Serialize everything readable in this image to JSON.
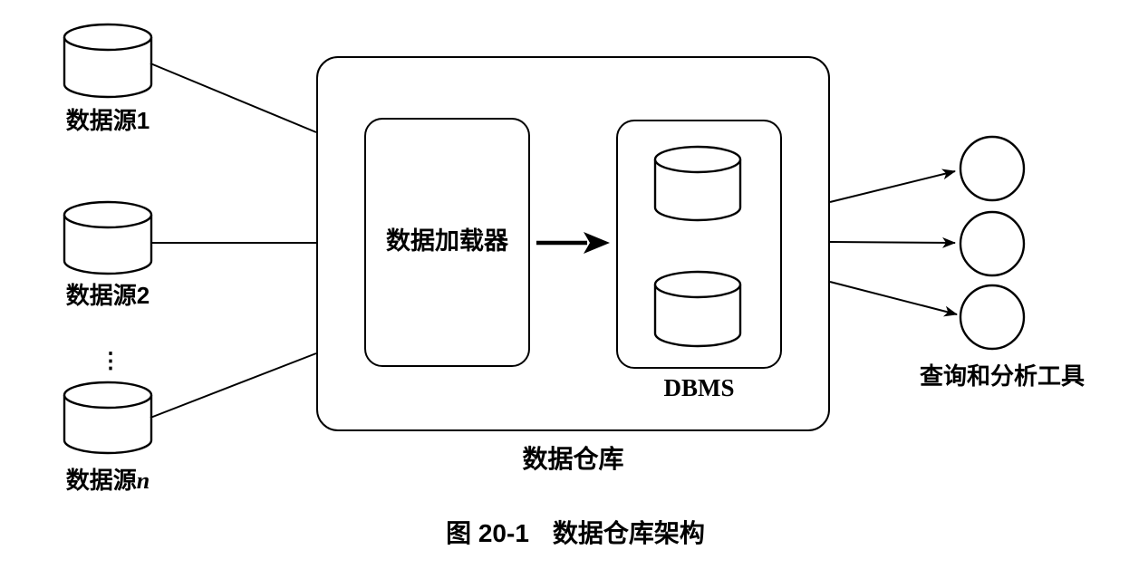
{
  "colors": {
    "ink": "#000000",
    "paper": "#ffffff"
  },
  "sources": [
    {
      "base": "数据源",
      "sub": "1"
    },
    {
      "base": "数据源",
      "sub": "2"
    },
    {
      "base": "数据源",
      "sub": "n"
    }
  ],
  "ellipsis_glyph": "⋮",
  "warehouse": {
    "label": "数据仓库",
    "loader": {
      "label": "数据加载器"
    },
    "dbms": {
      "label": "DBMS"
    }
  },
  "tools": {
    "label": "查询和分析工具"
  },
  "caption": {
    "number": "图 20-1",
    "title": "数据仓库架构"
  }
}
